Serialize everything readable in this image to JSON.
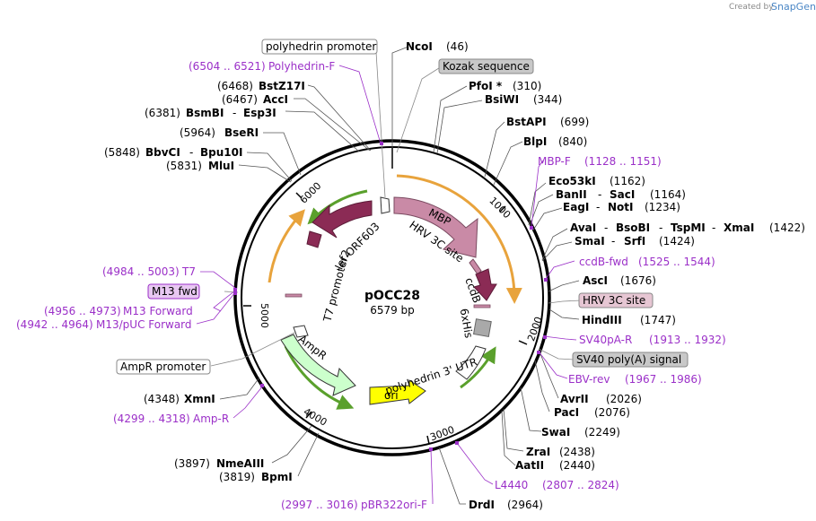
{
  "plasmid": {
    "name": "pOCC28",
    "length": "6579 bp"
  },
  "credit": {
    "prefix": "Created by",
    "brand": "SnapGene"
  },
  "ticks": [
    "1000",
    "2000",
    "3000",
    "4000",
    "5000",
    "6000"
  ],
  "features": {
    "mbp": "MBP",
    "hrv": "HRV 3C site",
    "ccdb": "ccdB",
    "his": "6xHis",
    "utr": "polyhedrin 3' UTR",
    "ori": "ori",
    "ampr": "AmpR",
    "t7": "T7 promoter",
    "lef2": "lef2",
    "orf603": "ORF603"
  },
  "callouts": {
    "polyhedrin_promoter": "polyhedrin promoter",
    "kozak": "Kozak sequence",
    "hrv_box": "HRV 3C site",
    "sv40": "SV40 poly(A) signal",
    "ampr_promoter": "AmpR promoter",
    "m13fwd": "M13 fwd"
  },
  "enzymes": {
    "ncoi": {
      "name": "NcoI",
      "pos": "(46)"
    },
    "pfoi": {
      "name": "PfoI *",
      "pos": "(310)"
    },
    "bsiwi": {
      "name": "BsiWI",
      "pos": "(344)"
    },
    "bstapi": {
      "name": "BstAPI",
      "pos": "(699)"
    },
    "blpi": {
      "name": "BlpI",
      "pos": "(840)"
    },
    "eco53ki": {
      "name": "Eco53kI",
      "pos": "(1162)"
    },
    "banii": {
      "name": "BanII",
      "sep": "-",
      "name2": "SacI",
      "pos": "(1164)"
    },
    "eagi": {
      "name": "EagI",
      "sep": "-",
      "name2": "NotI",
      "pos": "(1234)"
    },
    "avai": {
      "name": "AvaI",
      "sep1": "-",
      "name2": "BsoBI",
      "sep2": "-",
      "name3": "TspMI",
      "sep3": "-",
      "name4": "XmaI",
      "pos": "(1422)"
    },
    "smai": {
      "name": "SmaI",
      "sep": "-",
      "name2": "SrfI",
      "pos": "(1424)"
    },
    "asci": {
      "name": "AscI",
      "pos": "(1676)"
    },
    "hindiii": {
      "name": "HindIII",
      "pos": "(1747)"
    },
    "avrii": {
      "name": "AvrII",
      "pos": "(2026)"
    },
    "paci": {
      "name": "PacI",
      "pos": "(2076)"
    },
    "swai": {
      "name": "SwaI",
      "pos": "(2249)"
    },
    "zrai": {
      "name": "ZraI",
      "pos": "(2438)"
    },
    "aatii": {
      "name": "AatII",
      "pos": "(2440)"
    },
    "drdi": {
      "name": "DrdI",
      "pos": "(2964)"
    },
    "bpmi": {
      "name": "BpmI",
      "pos": "(3819)"
    },
    "nmeaiii": {
      "name": "NmeAIII",
      "pos": "(3897)"
    },
    "xmni": {
      "name": "XmnI",
      "pos": "(4348)"
    },
    "mlui": {
      "name": "MluI",
      "pos": "(5831)"
    },
    "bbvci": {
      "name": "BbvCI",
      "sep": "-",
      "name2": "Bpu10I",
      "pos": "(5848)"
    },
    "beri": {
      "name": "BseRI",
      "pos": "(5964)"
    },
    "bsmbi": {
      "name": "BsmBI",
      "sep": "-",
      "name2": "Esp3I",
      "pos": "(6381)"
    },
    "acci": {
      "name": "AccI",
      "pos": "(6467)"
    },
    "bstz17i": {
      "name": "BstZ17I",
      "pos": "(6468)"
    }
  },
  "primers": {
    "polyhedrin_f": {
      "range": "(6504 .. 6521)",
      "name": "Polyhedrin-F"
    },
    "mbp_f": {
      "name": "MBP-F",
      "range": "(1128 .. 1151)"
    },
    "ccdb_fwd": {
      "name": "ccdB-fwd",
      "range": "(1525 .. 1544)"
    },
    "sv40pa_r": {
      "name": "SV40pA-R",
      "range": "(1913 .. 1932)"
    },
    "ebv_rev": {
      "name": "EBV-rev",
      "range": "(1967 .. 1986)"
    },
    "l4440": {
      "name": "L4440",
      "range": "(2807 .. 2824)"
    },
    "pbr322ori_f": {
      "range": "(2997 .. 3016)",
      "name": "pBR322ori-F"
    },
    "amp_r": {
      "range": "(4299 .. 4318)",
      "name": "Amp-R"
    },
    "t7": {
      "range": "(4984 .. 5003)",
      "name": "T7"
    },
    "m13_forward": {
      "range": "(4956 .. 4973)",
      "name": "M13 Forward"
    },
    "m13_puc_forward": {
      "range": "(4942 .. 4964)",
      "name": "M13/pUC Forward"
    }
  },
  "colors": {
    "mbp": "#c98aa6",
    "orf": "#8b2b55",
    "ori": "#ffff00",
    "ampr": "#ccffcc",
    "orange_arc": "#e8a33c",
    "green_arc": "#5aa02c",
    "primer": "#9b30c8",
    "gray_box": "#c8c8c8",
    "pink_box": "#e6c6d3",
    "m13_box": "#e8c8f2"
  }
}
